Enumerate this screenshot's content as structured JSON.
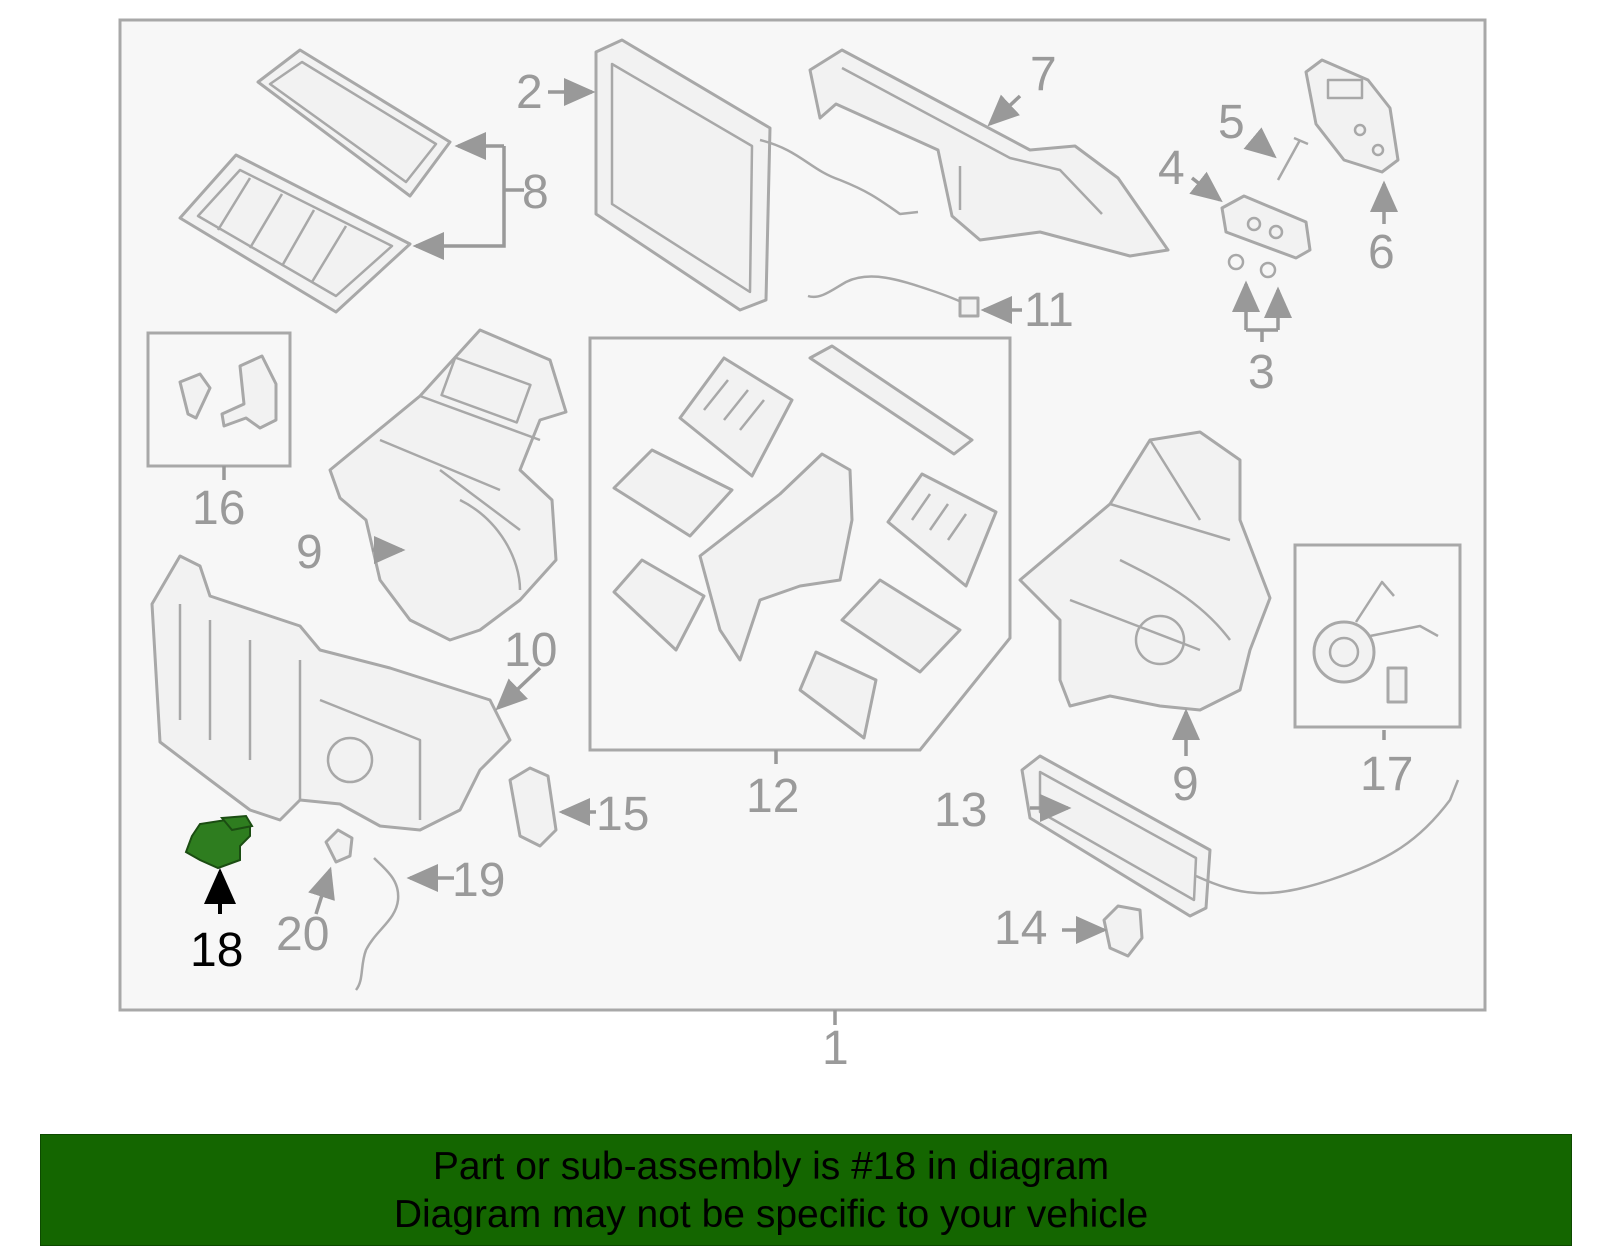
{
  "diagram": {
    "highlight_color": "#2e7d1f",
    "callouts": {
      "c1": "1",
      "c2": "2",
      "c3": "3",
      "c4": "4",
      "c5": "5",
      "c6": "6",
      "c7": "7",
      "c8": "8",
      "c9a": "9",
      "c9b": "9",
      "c10": "10",
      "c11": "11",
      "c12": "12",
      "c13": "13",
      "c14": "14",
      "c15": "15",
      "c16": "16",
      "c17": "17",
      "c18": "18",
      "c19": "19",
      "c20": "20"
    }
  },
  "banner": {
    "background": "#146600",
    "line1": "Part or sub-assembly is #18 in diagram",
    "line2": "Diagram may not be specific to your vehicle"
  }
}
